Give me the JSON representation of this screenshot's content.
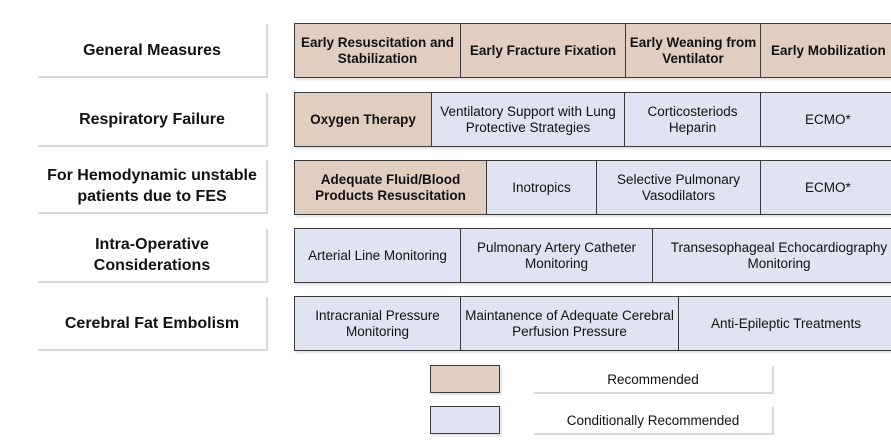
{
  "colors": {
    "recommended": "#e0cfc0",
    "conditionally_recommended": "#dfe3f2"
  },
  "rows": [
    {
      "label": "General Measures",
      "cells": [
        {
          "text": "Early Resuscitation and Stabilization",
          "status": "recommended"
        },
        {
          "text": "Early Fracture Fixation",
          "status": "recommended"
        },
        {
          "text": "Early Weaning from Ventilator",
          "status": "recommended"
        },
        {
          "text": "Early Mobilization",
          "status": "recommended"
        }
      ]
    },
    {
      "label": "Respiratory Failure",
      "cells": [
        {
          "text": "Oxygen Therapy",
          "status": "recommended"
        },
        {
          "text": "Ventilatory Support with Lung Protective Strategies",
          "status": "conditionally_recommended"
        },
        {
          "text": "Corticosteriods Heparin",
          "status": "conditionally_recommended"
        },
        {
          "text": "ECMO*",
          "status": "conditionally_recommended"
        }
      ]
    },
    {
      "label": "For Hemodynamic unstable patients due to FES",
      "cells": [
        {
          "text": "Adequate Fluid/Blood Products Resuscitation",
          "status": "recommended"
        },
        {
          "text": "Inotropics",
          "status": "conditionally_recommended"
        },
        {
          "text": "Selective Pulmonary Vasodilators",
          "status": "conditionally_recommended"
        },
        {
          "text": "ECMO*",
          "status": "conditionally_recommended"
        }
      ]
    },
    {
      "label": "Intra-Operative Considerations",
      "cells": [
        {
          "text": "Arterial Line Monitoring",
          "status": "conditionally_recommended"
        },
        {
          "text": "Pulmonary Artery Catheter Monitoring",
          "status": "conditionally_recommended"
        },
        {
          "text": "Transesophageal Echocardiography Monitoring",
          "status": "conditionally_recommended"
        }
      ]
    },
    {
      "label": "Cerebral Fat Embolism",
      "cells": [
        {
          "text": "Intracranial Pressure Monitoring",
          "status": "conditionally_recommended"
        },
        {
          "text": "Maintanence of Adequate Cerebral Perfusion Pressure",
          "status": "conditionally_recommended"
        },
        {
          "text": "Anti-Epileptic Treatments",
          "status": "conditionally_recommended"
        }
      ]
    }
  ],
  "legend": {
    "recommended": "Recommended",
    "conditionally_recommended": "Conditionally Recommended"
  }
}
